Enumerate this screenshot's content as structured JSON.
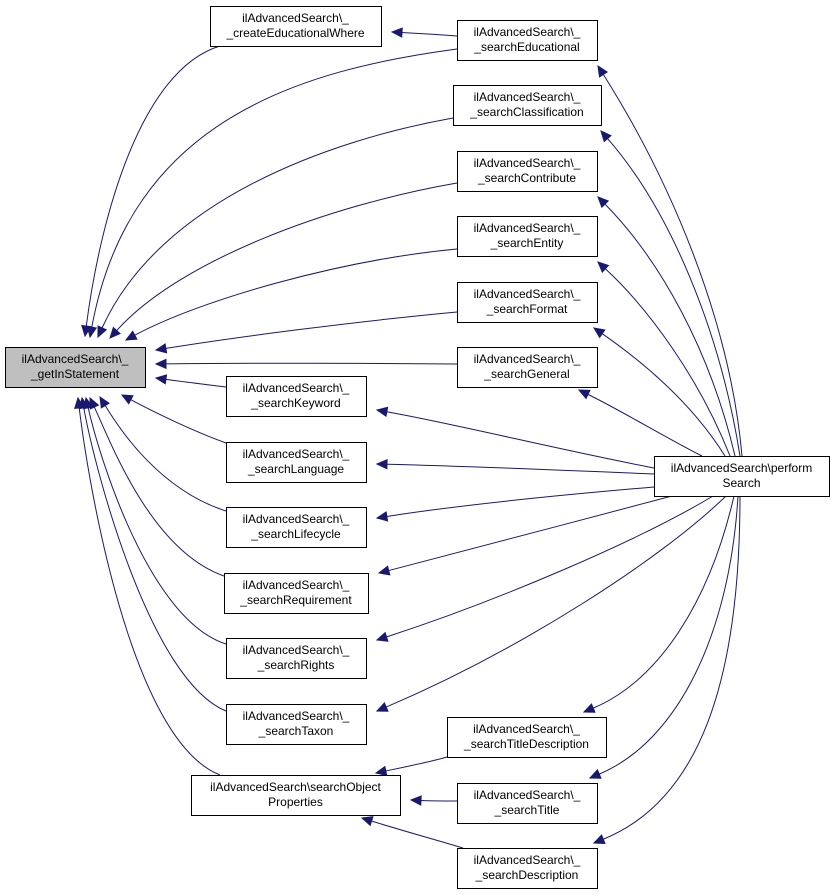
{
  "diagram": {
    "type": "doxygen-caller-graph",
    "edge_color": "#191970",
    "node_border_color": "#000000",
    "focus_node_fill": "#bfbfbf",
    "node_fill": "#ffffff",
    "nodes": [
      {
        "id": "getInStatement",
        "lines": [
          "ilAdvancedSearch\\_",
          "_getInStatement"
        ],
        "focus": true
      },
      {
        "id": "createEducationalWhere",
        "lines": [
          "ilAdvancedSearch\\_",
          "_createEducationalWhere"
        ]
      },
      {
        "id": "searchEducational",
        "lines": [
          "ilAdvancedSearch\\_",
          "_searchEducational"
        ]
      },
      {
        "id": "searchClassification",
        "lines": [
          "ilAdvancedSearch\\_",
          "_searchClassification"
        ]
      },
      {
        "id": "searchContribute",
        "lines": [
          "ilAdvancedSearch\\_",
          "_searchContribute"
        ]
      },
      {
        "id": "searchEntity",
        "lines": [
          "ilAdvancedSearch\\_",
          "_searchEntity"
        ]
      },
      {
        "id": "searchFormat",
        "lines": [
          "ilAdvancedSearch\\_",
          "_searchFormat"
        ]
      },
      {
        "id": "searchGeneral",
        "lines": [
          "ilAdvancedSearch\\_",
          "_searchGeneral"
        ]
      },
      {
        "id": "searchKeyword",
        "lines": [
          "ilAdvancedSearch\\_",
          "_searchKeyword"
        ]
      },
      {
        "id": "searchLanguage",
        "lines": [
          "ilAdvancedSearch\\_",
          "_searchLanguage"
        ]
      },
      {
        "id": "searchLifecycle",
        "lines": [
          "ilAdvancedSearch\\_",
          "_searchLifecycle"
        ]
      },
      {
        "id": "searchRequirement",
        "lines": [
          "ilAdvancedSearch\\_",
          "_searchRequirement"
        ]
      },
      {
        "id": "searchRights",
        "lines": [
          "ilAdvancedSearch\\_",
          "_searchRights"
        ]
      },
      {
        "id": "searchTaxon",
        "lines": [
          "ilAdvancedSearch\\_",
          "_searchTaxon"
        ]
      },
      {
        "id": "searchObjectProperties",
        "lines": [
          "ilAdvancedSearch\\searchObject",
          "Properties"
        ]
      },
      {
        "id": "searchTitleDescription",
        "lines": [
          "ilAdvancedSearch\\_",
          "_searchTitleDescription"
        ]
      },
      {
        "id": "searchTitle",
        "lines": [
          "ilAdvancedSearch\\_",
          "_searchTitle"
        ]
      },
      {
        "id": "searchDescription",
        "lines": [
          "ilAdvancedSearch\\_",
          "_searchDescription"
        ]
      },
      {
        "id": "performSearch",
        "lines": [
          "ilAdvancedSearch\\perform",
          "Search"
        ]
      }
    ],
    "edges": [
      {
        "from": "createEducationalWhere",
        "to": "getInStatement"
      },
      {
        "from": "searchEducational",
        "to": "getInStatement"
      },
      {
        "from": "searchEducational",
        "to": "createEducationalWhere"
      },
      {
        "from": "searchClassification",
        "to": "getInStatement"
      },
      {
        "from": "searchContribute",
        "to": "getInStatement"
      },
      {
        "from": "searchEntity",
        "to": "getInStatement"
      },
      {
        "from": "searchFormat",
        "to": "getInStatement"
      },
      {
        "from": "searchGeneral",
        "to": "getInStatement"
      },
      {
        "from": "searchKeyword",
        "to": "getInStatement"
      },
      {
        "from": "searchLanguage",
        "to": "getInStatement"
      },
      {
        "from": "searchLifecycle",
        "to": "getInStatement"
      },
      {
        "from": "searchRequirement",
        "to": "getInStatement"
      },
      {
        "from": "searchRights",
        "to": "getInStatement"
      },
      {
        "from": "searchTaxon",
        "to": "getInStatement"
      },
      {
        "from": "searchObjectProperties",
        "to": "getInStatement"
      },
      {
        "from": "performSearch",
        "to": "searchEducational"
      },
      {
        "from": "performSearch",
        "to": "searchClassification"
      },
      {
        "from": "performSearch",
        "to": "searchContribute"
      },
      {
        "from": "performSearch",
        "to": "searchEntity"
      },
      {
        "from": "performSearch",
        "to": "searchFormat"
      },
      {
        "from": "performSearch",
        "to": "searchGeneral"
      },
      {
        "from": "performSearch",
        "to": "searchKeyword"
      },
      {
        "from": "performSearch",
        "to": "searchLanguage"
      },
      {
        "from": "performSearch",
        "to": "searchLifecycle"
      },
      {
        "from": "performSearch",
        "to": "searchRequirement"
      },
      {
        "from": "performSearch",
        "to": "searchRights"
      },
      {
        "from": "performSearch",
        "to": "searchTaxon"
      },
      {
        "from": "performSearch",
        "to": "searchTitleDescription"
      },
      {
        "from": "performSearch",
        "to": "searchTitle"
      },
      {
        "from": "performSearch",
        "to": "searchDescription"
      },
      {
        "from": "searchTitleDescription",
        "to": "searchObjectProperties"
      },
      {
        "from": "searchTitle",
        "to": "searchObjectProperties"
      },
      {
        "from": "searchDescription",
        "to": "searchObjectProperties"
      }
    ]
  }
}
